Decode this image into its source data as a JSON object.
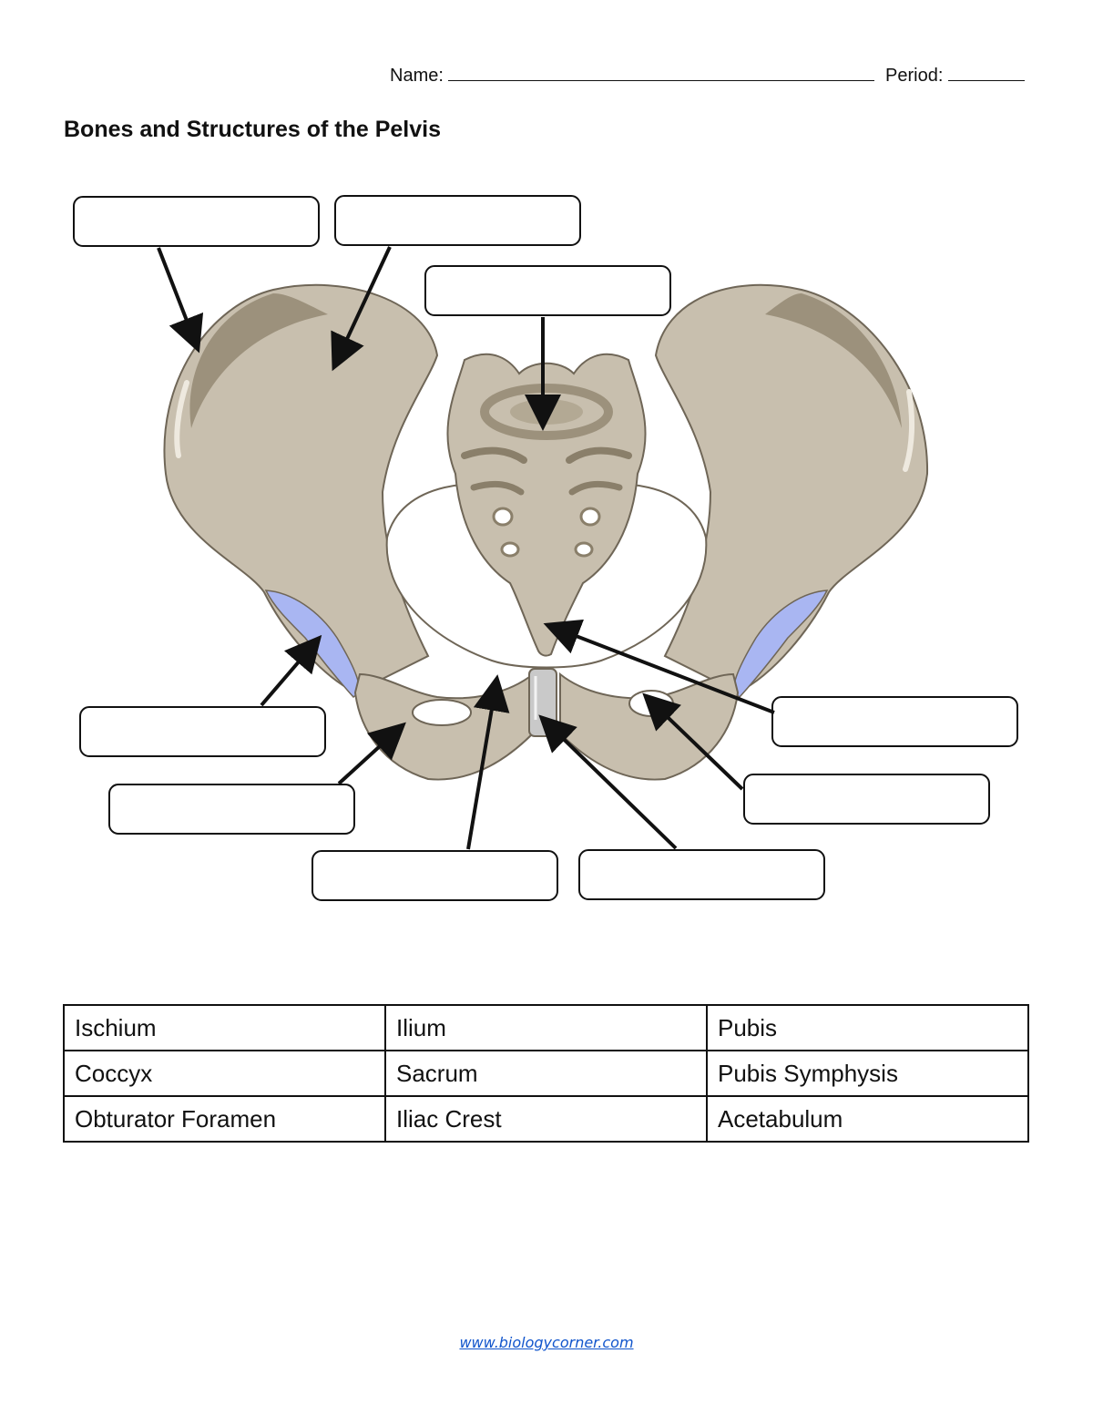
{
  "header": {
    "name_label": "Name:",
    "period_label": "Period:"
  },
  "title": "Bones and Structures of the Pelvis",
  "colors": {
    "bone": "#c8bfae",
    "bone_shadow": "#9c917c",
    "bone_dark": "#8a7f6a",
    "outline": "#6f6657",
    "cartilage_blue": "#a9b6f2",
    "symphysis_grey": "#c9c9c9",
    "arrow": "#111111"
  },
  "word_bank": [
    [
      "Ischium",
      "Ilium",
      "Pubis"
    ],
    [
      "Coccyx",
      "Sacrum",
      "Pubis Symphysis"
    ],
    [
      "Obturator Foramen",
      "Iliac Crest",
      "Acetabulum"
    ]
  ],
  "footer": {
    "link_text": "www.biologycorner.com"
  }
}
